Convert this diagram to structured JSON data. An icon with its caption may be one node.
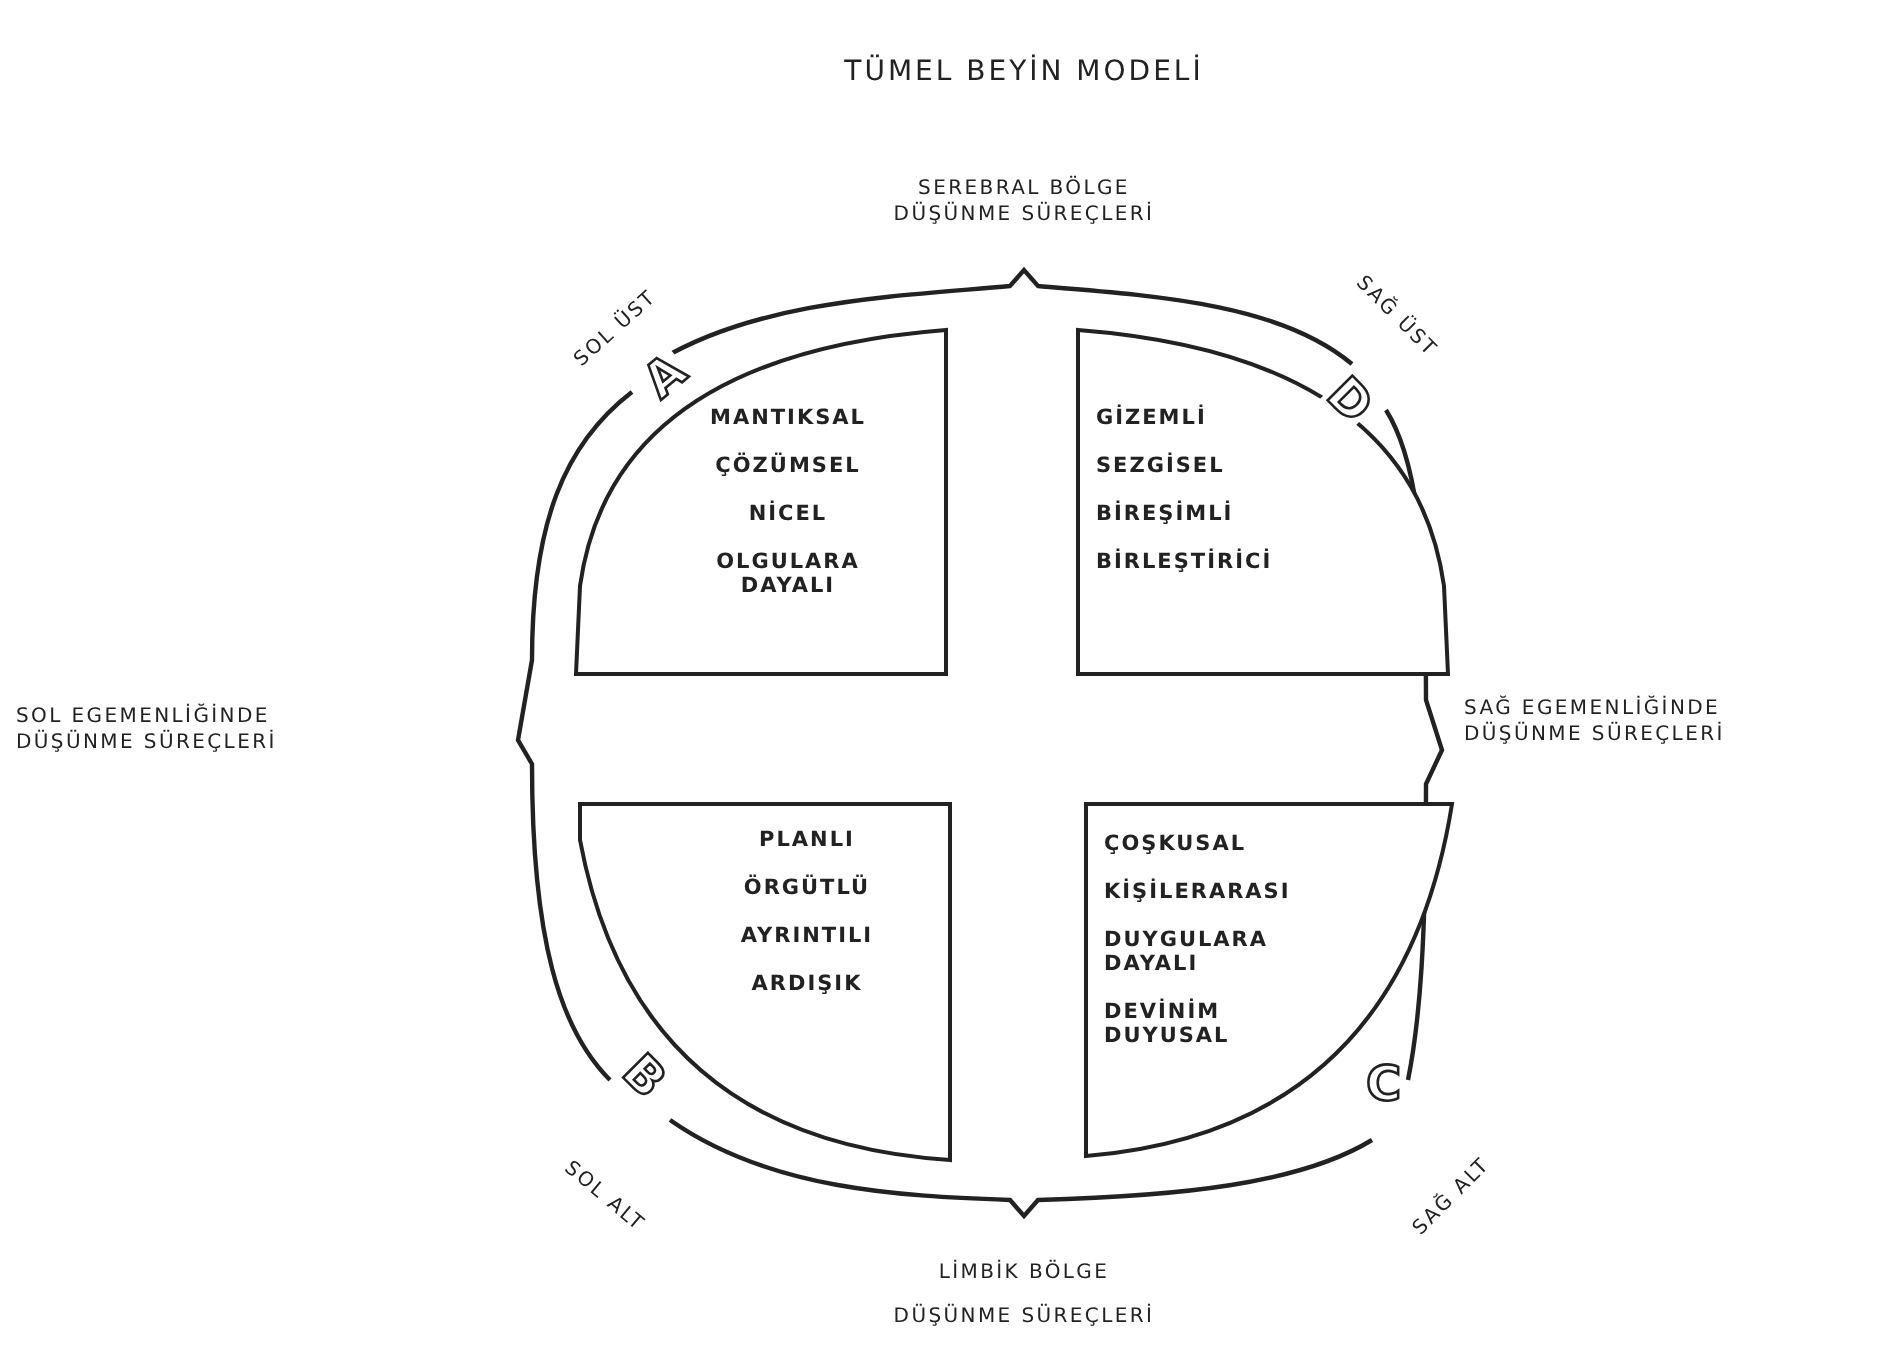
{
  "diagram": {
    "title": "TÜMEL BEYİN MODELİ",
    "nodes": [
      {
        "text": [
          "MANTIKSAL",
          "ÇÖZÜMSEL",
          "NİCEL",
          "OLGULARA DAYALI"
        ],
        "beside": [
          "A"
        ]
      },
      {
        "text": [
          "GİZEMLİ",
          "SEZGİSEL",
          "BİREŞİMLİ",
          "BİRLEŞTİRİCİ"
        ],
        "beside": [
          "D"
        ]
      },
      {
        "text": [
          "PLANLI",
          "ÖRGÜTLÜ",
          "AYRINTILI",
          "ARDIŞIK"
        ],
        "beside": [
          "B"
        ]
      },
      {
        "text": [
          "ÇOŞKUSAL",
          "KİŞİLERARASI",
          "DUYGULARA DAYALI",
          "DEVİNİM DUYUSAL"
        ],
        "beside": [
          "C"
        ]
      }
    ],
    "labels": [
      "SEREBRAL BÖLGE DÜŞÜNME SÜREÇLERİ",
      "SOL ÜST",
      "SAĞ ÜST",
      "SOL EGEMENLİĞİNDE DÜŞÜNME SÜREÇLERİ",
      "SAĞ EGEMENLİĞİNDE DÜŞÜNME SÜREÇLERİ",
      "SOL ALT",
      "SAĞ ALT",
      "LİMBİK BÖLGE DÜŞÜNME SÜREÇLERİ"
    ]
  }
}
